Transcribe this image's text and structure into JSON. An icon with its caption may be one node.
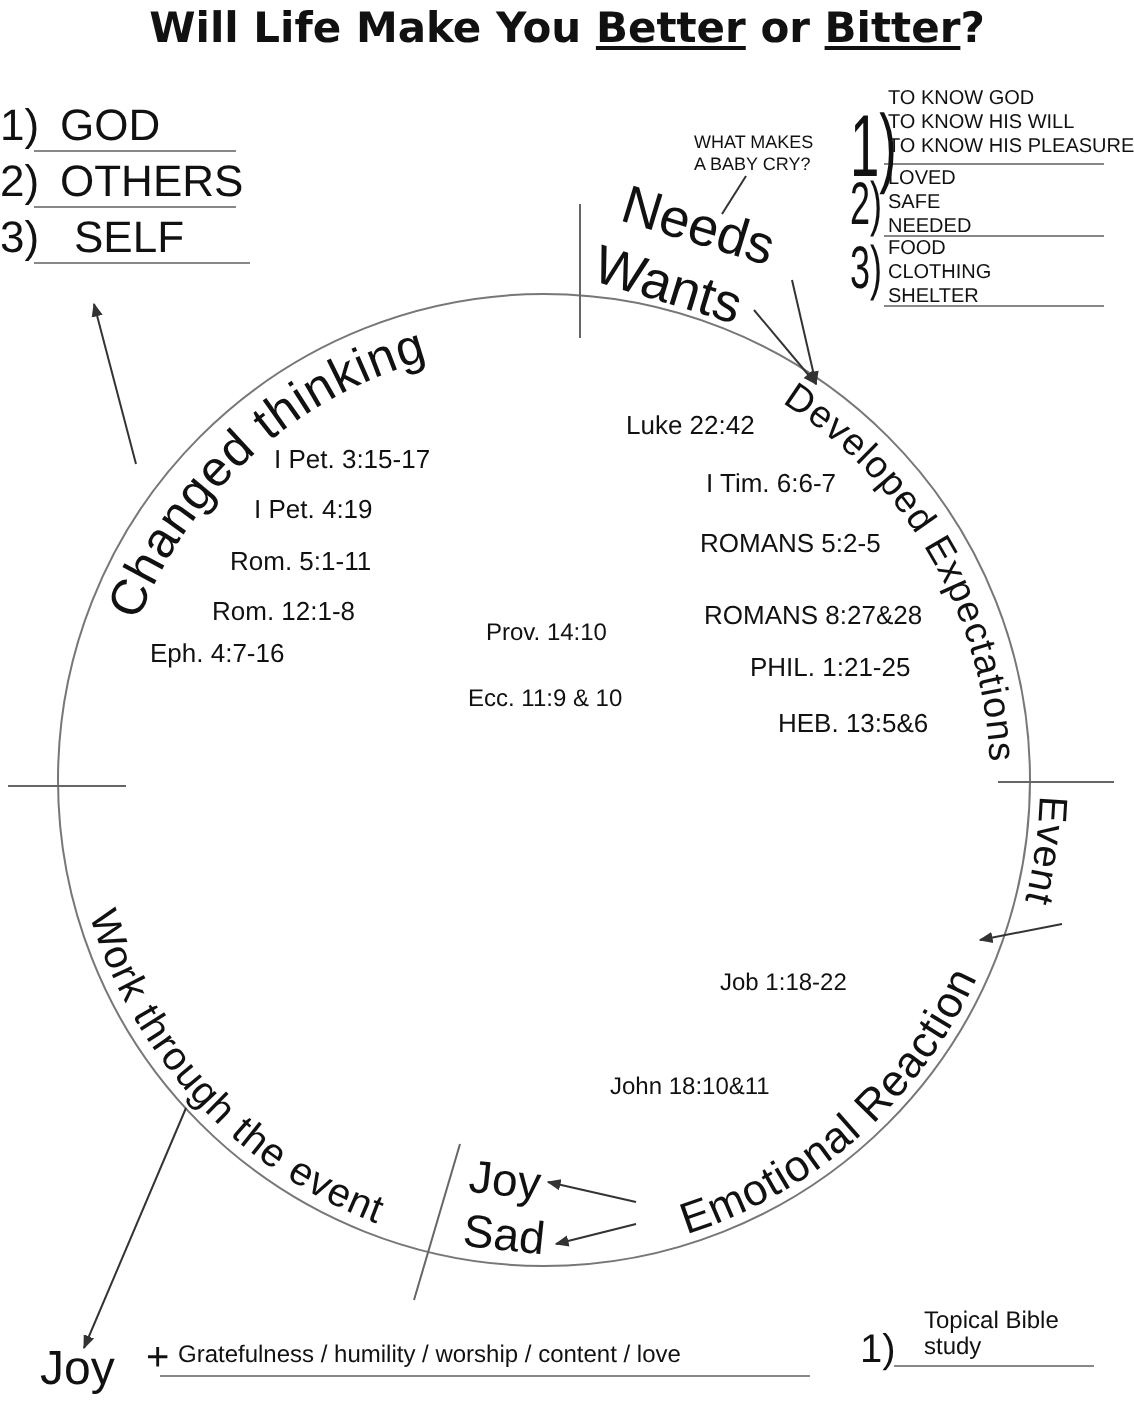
{
  "diagram": {
    "title": "Will Life Make You **Better** or **Bitter**?",
    "nodes": [
      {
        "text": [
          "Changed thinking"
        ]
      },
      {
        "text": [
          "Needs"
        ]
      },
      {
        "text": [
          "Wants"
        ]
      },
      {
        "text": [
          "WHAT MAKES A BABY CRY?"
        ]
      },
      {
        "text": [
          "Developed Expectations"
        ]
      },
      {
        "text": [
          "Event"
        ]
      },
      {
        "text": [
          "Emotional Reaction"
        ]
      },
      {
        "text": [
          "Joy"
        ]
      },
      {
        "text": [
          "Sad"
        ]
      },
      {
        "text": [
          "Work through the event"
        ]
      },
      {
        "text": [
          "Joy"
        ]
      },
      {
        "text": [
          "1)",
          "GOD",
          "2)",
          "OTHERS",
          "3)",
          "SELF"
        ]
      }
    ],
    "edges": [
      {
        "from": 0,
        "to": 11,
        "arrow": "to"
      },
      {
        "from": 3,
        "to": 1,
        "arrow": "none"
      },
      {
        "from": 1,
        "to": 4,
        "arrow": "to"
      },
      {
        "from": 2,
        "to": 4,
        "arrow": "to"
      },
      {
        "from": 5,
        "to": 6,
        "arrow": "to"
      },
      {
        "from": 6,
        "to": 7,
        "arrow": "to"
      },
      {
        "from": 6,
        "to": 8,
        "arrow": "to"
      },
      {
        "from": 9,
        "to": 10,
        "arrow": "to"
      }
    ],
    "labels": [
      "1)",
      "TO KNOW GOD",
      "TO KNOW HIS WILL",
      "TO KNOW HIS PLEASURE",
      "2)",
      "LOVED",
      "SAFE",
      "NEEDED",
      "3)",
      "FOOD",
      "CLOTHING",
      "SHELTER",
      "Luke 22:42",
      "I Pet. 3:15-17",
      "I Tim. 6:6-7",
      "I Pet. 4:19",
      "ROMANS 5:2-5",
      "Rom. 5:1-11",
      "Rom. 12:1-8",
      "Prov. 14:10",
      "ROMANS 8:27&28",
      "Eph. 4:7-16",
      "PHIL. 1:21-25",
      "Ecc. 11:9 & 10",
      "HEB. 13:5&6",
      "Job 1:18-22",
      "John 18:10&11",
      "+",
      "Gratefulness / humility / worship / content / love",
      "1)",
      "Topical Bible study"
    ]
  }
}
